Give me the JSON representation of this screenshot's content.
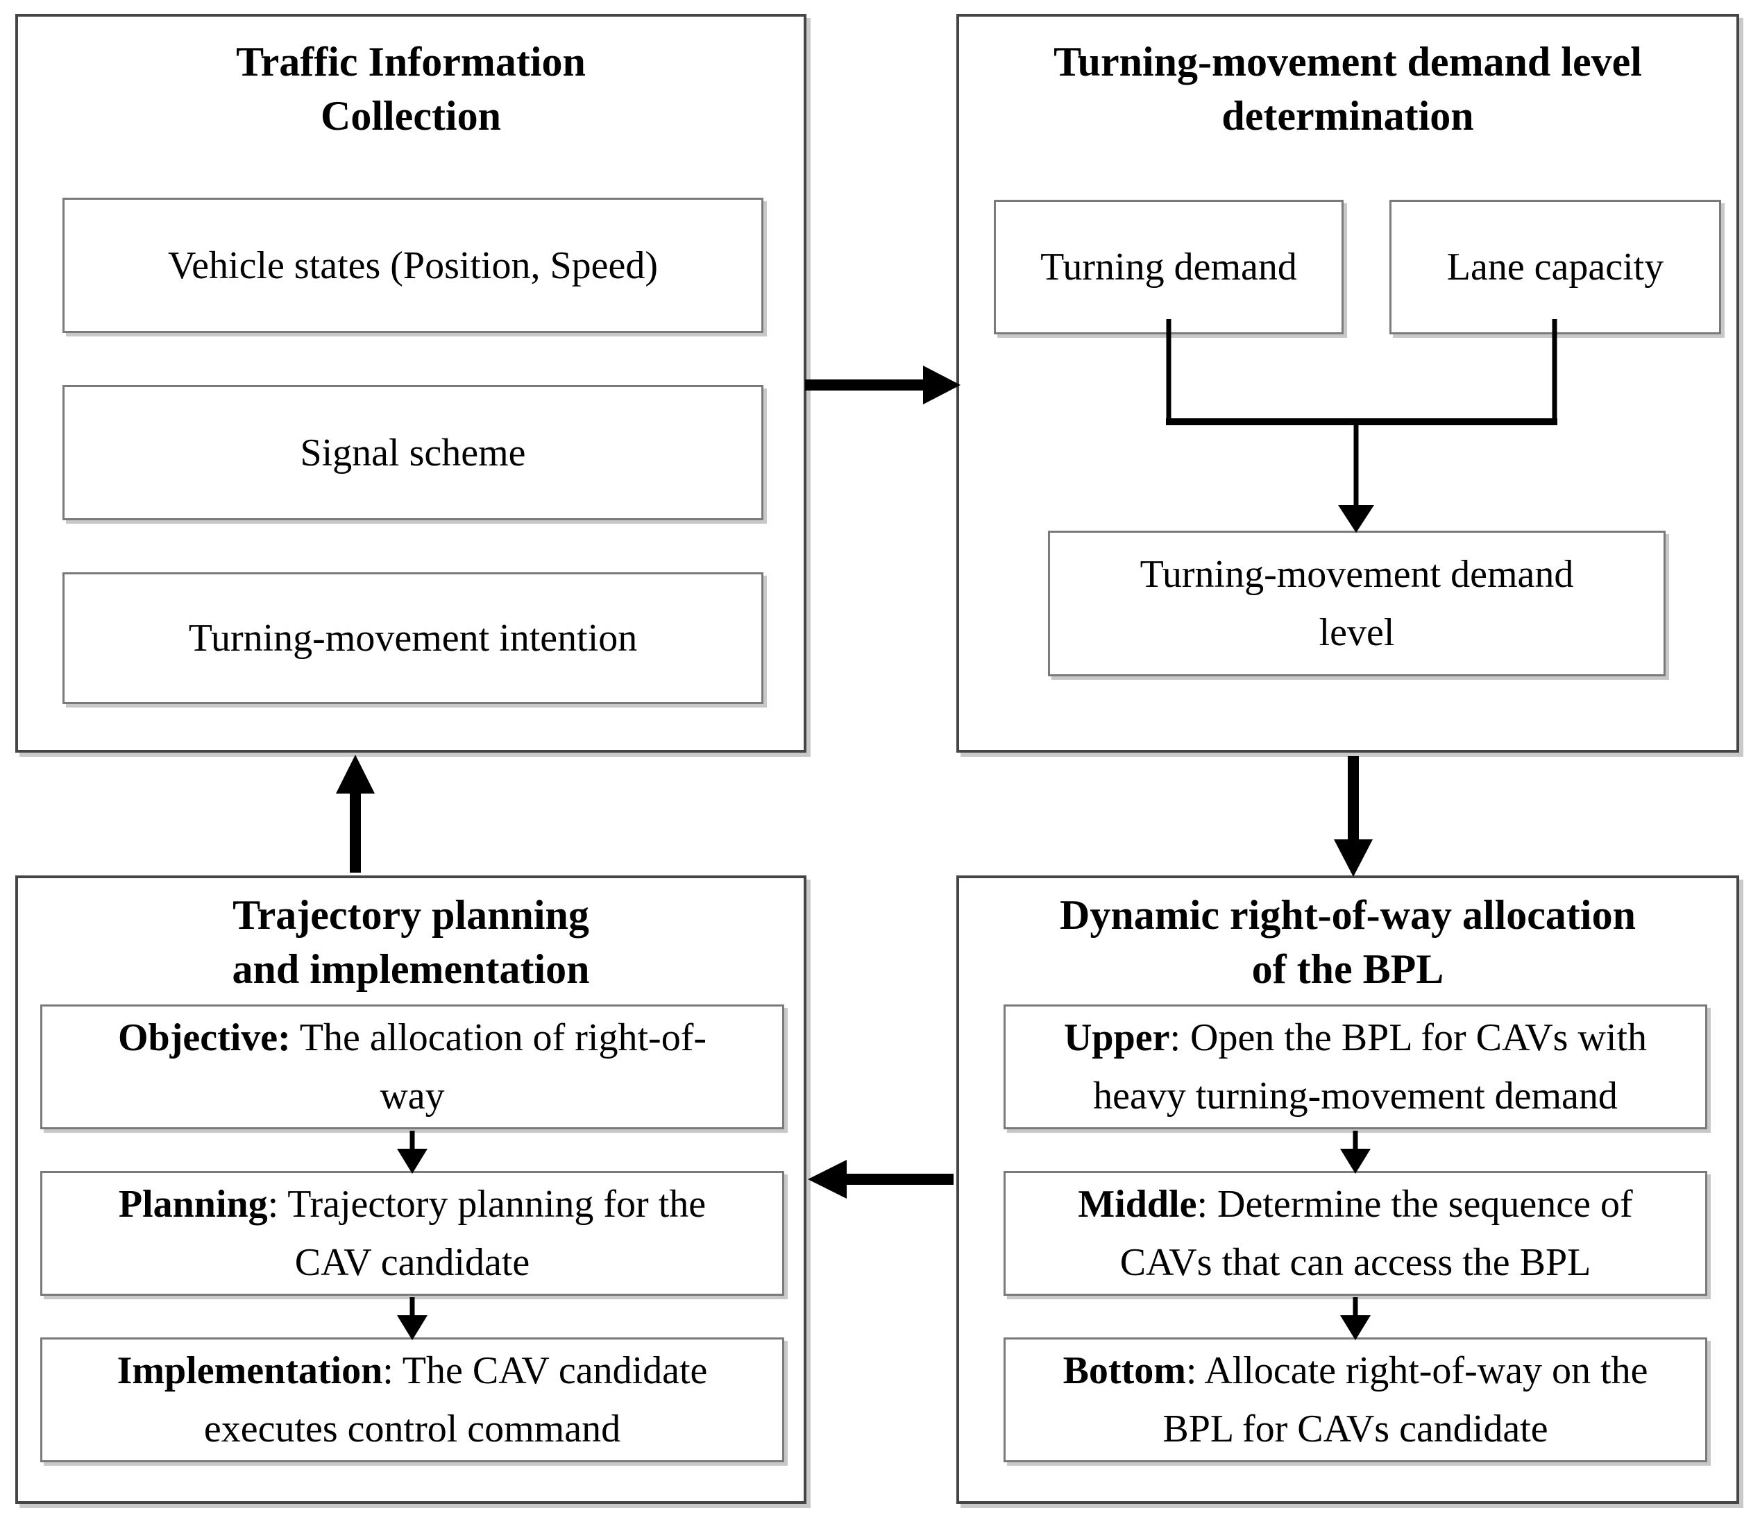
{
  "figure": {
    "type": "flowchart",
    "panels": {
      "traffic": {
        "title_line1": "Traffic Information",
        "title_line2": "Collection",
        "items": [
          "Vehicle states (Position, Speed)",
          "Signal scheme",
          "Turning-movement intention"
        ]
      },
      "demand": {
        "title_line1": "Turning-movement demand level",
        "title_line2": "determination",
        "input1": "Turning demand",
        "input2": "Lane capacity",
        "output_line1": "Turning-movement demand",
        "output_line2": "level"
      },
      "trajectory": {
        "title_line1": "Trajectory planning",
        "title_line2": "and implementation",
        "steps": [
          {
            "label": "Objective:",
            "text": " The allocation of right-of-way"
          },
          {
            "label": "Planning",
            "text": ": Trajectory planning for the CAV candidate"
          },
          {
            "label": "Implementation",
            "text": ": The CAV candidate executes control command"
          }
        ]
      },
      "allocation": {
        "title_line1": "Dynamic right-of-way allocation",
        "title_line2": "of the BPL",
        "steps": [
          {
            "label": "Upper",
            "text": ": Open the BPL for CAVs with heavy turning-movement demand"
          },
          {
            "label": "Middle",
            "text": ": Determine the sequence of CAVs that can access the BPL"
          },
          {
            "label": "Bottom",
            "text": ": Allocate right-of-way on the BPL for CAVs candidate"
          }
        ]
      }
    },
    "connections": [
      "traffic-to-demand-right-arrow",
      "demand-to-allocation-down-arrow",
      "allocation-to-trajectory-left-arrow",
      "trajectory-to-traffic-up-arrow",
      "turning-demand-and-lane-capacity-merge-to-demand-level"
    ],
    "colors": {
      "background": "#ffffff",
      "text": "#000000",
      "arrow": "#000000",
      "panel_border": "#454545",
      "subbox_border": "#7a7a7a",
      "shadow": "#c8c8c8"
    }
  }
}
